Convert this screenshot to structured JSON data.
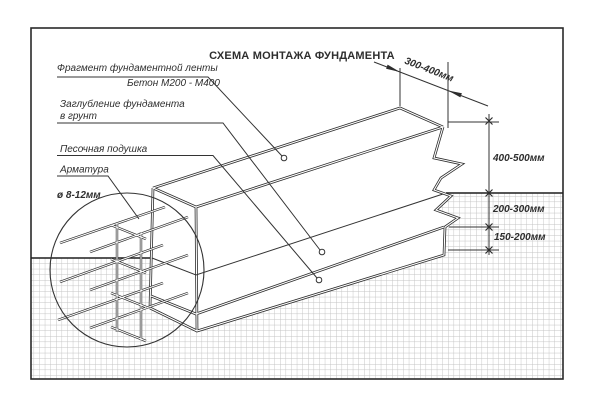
{
  "title": "СХЕМА МОНТАЖА ФУНДАМЕНТА",
  "labels": {
    "fragment": "Фрагмент фундаментной ленты",
    "concrete": "Бетон  М200 - М400",
    "depth_line1": "Заглубление фундамента",
    "depth_line2": "в грунт",
    "sand": "Песочная подушка",
    "rebar": "Арматура",
    "rebar_diameter": "ø 8-12мм"
  },
  "dimensions": {
    "top_width": "300-400мм",
    "height_above_ground": "400-500мм",
    "buried_depth": "200-300мм",
    "sand_cushion": "150-200мм"
  },
  "colors": {
    "line": "#2d2d2d",
    "grid": "#c2c2c2",
    "background": "#ffffff"
  }
}
